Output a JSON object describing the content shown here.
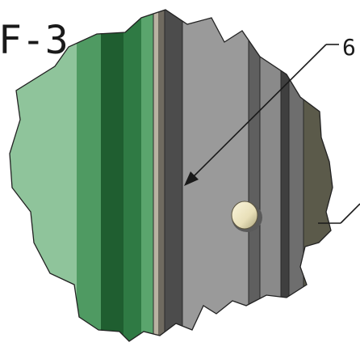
{
  "view_label": "F-3",
  "callouts": [
    {
      "id": "6",
      "label": "6"
    },
    {
      "id": "secondary",
      "label": ""
    }
  ],
  "colors": {
    "light_green": "#8fc49b",
    "mid_green": "#3d8a4f",
    "dark_green": "#1f5e30",
    "steel_light": "#9a9a9a",
    "steel_mid": "#7d7d7d",
    "steel_dark": "#4c4c4c",
    "backing_olive": "#5b5a4a",
    "rivet": "#e8dfb8",
    "outline": "#222222",
    "leader": "#1a1a1a"
  }
}
